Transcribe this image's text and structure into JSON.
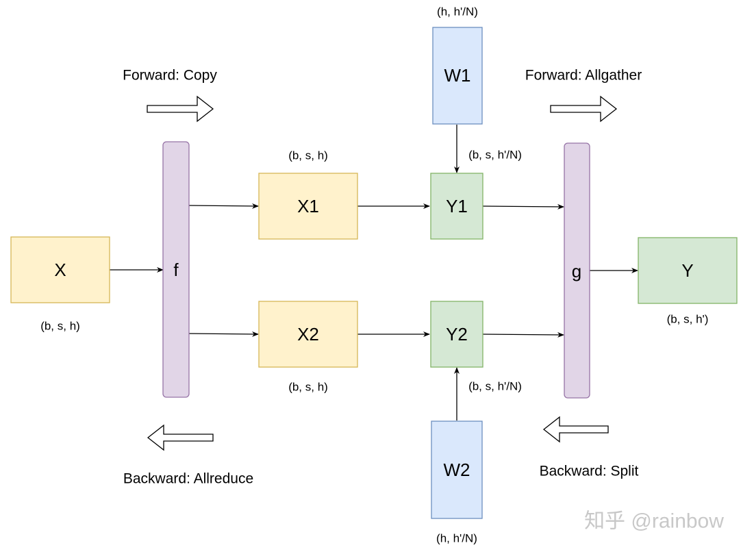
{
  "nodes": {
    "x": {
      "label": "X",
      "fill": "#fff2cc",
      "stroke": "#d6b656"
    },
    "f": {
      "label": "f",
      "fill": "#e1d5e7",
      "stroke": "#9673a6"
    },
    "x1": {
      "label": "X1",
      "fill": "#fff2cc",
      "stroke": "#d6b656"
    },
    "x2": {
      "label": "X2",
      "fill": "#fff2cc",
      "stroke": "#d6b656"
    },
    "w1": {
      "label": "W1",
      "fill": "#dae8fc",
      "stroke": "#6c8ebf"
    },
    "w2": {
      "label": "W2",
      "fill": "#dae8fc",
      "stroke": "#6c8ebf"
    },
    "y1": {
      "label": "Y1",
      "fill": "#d5e8d4",
      "stroke": "#82b366"
    },
    "y2": {
      "label": "Y2",
      "fill": "#d5e8d4",
      "stroke": "#82b366"
    },
    "g": {
      "label": "g",
      "fill": "#e1d5e7",
      "stroke": "#9673a6"
    },
    "y": {
      "label": "Y",
      "fill": "#d5e8d4",
      "stroke": "#82b366"
    }
  },
  "dims": {
    "x": "(b, s, h)",
    "x1": "(b, s, h)",
    "x2": "(b, s, h)",
    "w1": "(h, h'/N)",
    "w2": "(h, h'/N)",
    "y1": "(b, s, h'/N)",
    "y2": "(b, s, h'/N)",
    "y": "(b, s, h')"
  },
  "captions": {
    "forward_copy": "Forward: Copy",
    "backward_allreduce": "Backward: Allreduce",
    "forward_allgather": "Forward: Allgather",
    "backward_split": "Backward: Split"
  },
  "watermark": "知乎 @rainbow"
}
